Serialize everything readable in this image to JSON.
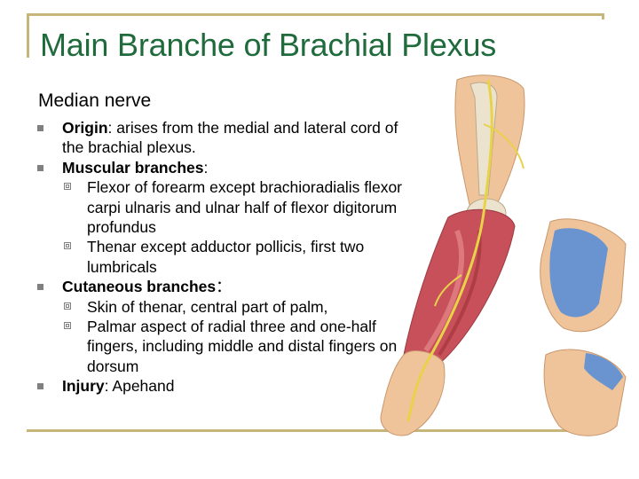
{
  "slide": {
    "title": "Main Branche of Brachial Plexus",
    "subtitle": "Median nerve",
    "bullets": {
      "origin": {
        "label": "Origin",
        "text": ": arises from the medial and lateral cord of the brachial plexus."
      },
      "muscular": {
        "label": "Muscular branches",
        "text": ":",
        "sub": [
          "Flexor of forearm except brachioradialis flexor carpi ulnaris and ulnar half of flexor digitorum profundus",
          "Thenar except adductor pollicis, first two lumbricals"
        ]
      },
      "cutaneous": {
        "label": "Cutaneous branches",
        "text": "：",
        "sub": [
          "Skin of thenar, central part of palm,",
          "Palmar aspect of radial three and one-half fingers, including middle and distal fingers on dorsum"
        ]
      },
      "injury": {
        "label": "Injury",
        "text": ": Apehand"
      }
    }
  },
  "colors": {
    "title": "#1f6b3c",
    "frame": "#c8b57a",
    "bullet": "#808080",
    "hand_area": "#5b8fd6",
    "skin": "#f0c49a",
    "muscle": "#c8505a",
    "nerve": "#e8d24a"
  }
}
